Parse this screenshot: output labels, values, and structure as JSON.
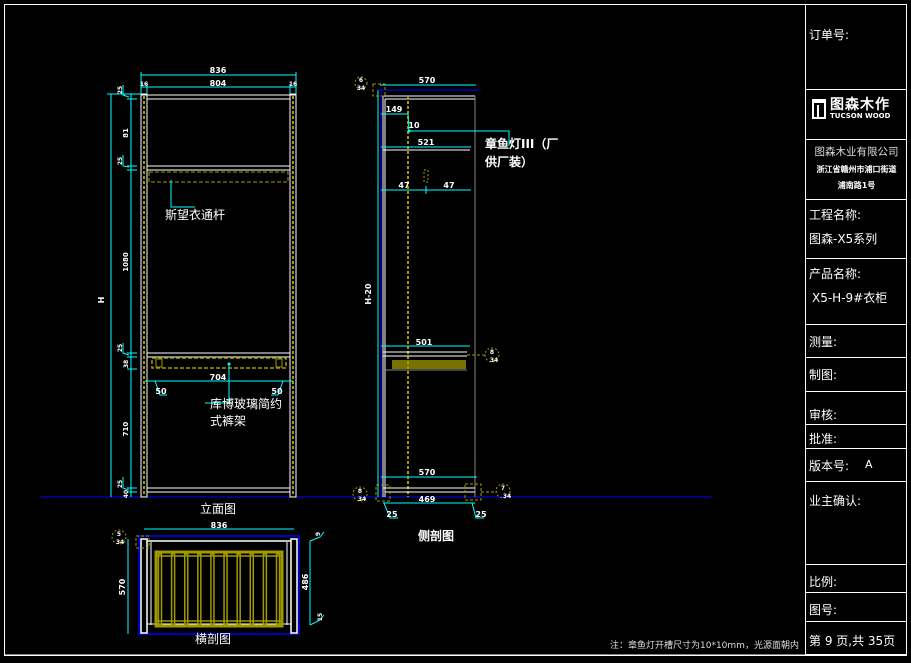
{
  "title_block": {
    "order_no_label": "订单号:",
    "logo": {
      "icon": "tucson-wood-logo-icon",
      "name_cn": "图森木作",
      "name_en": "TUCSON WOOD"
    },
    "company": {
      "name": "图森木业有限公司",
      "address_line1": "浙江省赣州市浦口街道",
      "address_line2": "浦南路1号"
    },
    "project_label": "工程名称:",
    "project_value": "图森-X5系列",
    "product_label": "产品名称:",
    "product_value": "X5-H-9#衣柜",
    "measure_label": "测量:",
    "draw_label": "制图:",
    "review_label": "审核:",
    "approve_label": "批准:",
    "version_label": "版本号:",
    "version_value": "A",
    "owner_confirm_label": "业主确认:",
    "scale_label": "比例:",
    "drawing_no_label": "图号:",
    "page_info": "第 9 页,共 35页"
  },
  "front_view": {
    "title": "立面图",
    "dims": {
      "overall_width": "836",
      "inner_width": "804",
      "side_left": "16",
      "side_right": "16",
      "height": "H",
      "top_gap": "25",
      "top_section": "81",
      "rod_gap": "25",
      "hanging_height": "1080",
      "shelf_gap": "25",
      "rack_height": "38",
      "lower_height": "710",
      "base_gap": "25",
      "base": "40",
      "rack_width": "704",
      "rack_left_offset": "50",
      "rack_right_offset": "50"
    },
    "labels": {
      "rod": "斯望衣通杆",
      "rack_line1": "库博玻璃简约",
      "rack_line2": "式裤架"
    }
  },
  "side_view": {
    "title": "侧剖图",
    "dims": {
      "depth_top": "570",
      "offset_149": "149",
      "offset_10": "10",
      "shelf_depth": "521",
      "half_left": "47",
      "half_right": "47",
      "height": "H-20",
      "rack_depth": "501",
      "depth_bottom": "570",
      "base_depth": "469",
      "base_left": "25",
      "base_right": "25"
    },
    "detail_markers": [
      {
        "num": "6",
        "sheet": "34"
      },
      {
        "num": "8",
        "sheet": "34"
      },
      {
        "num": "8",
        "sheet": "34"
      },
      {
        "num": "7",
        "sheet": "34"
      }
    ],
    "labels": {
      "light_line1": "章鱼灯III（厂",
      "light_line2": "供厂装）"
    }
  },
  "cross_section": {
    "title": "横剖图",
    "dims": {
      "width": "836",
      "depth_left": "570",
      "depth_right": "486",
      "top_offset": "9",
      "bottom_offset": "15"
    },
    "detail_marker": {
      "num": "5",
      "sheet": "34"
    }
  },
  "note": "注：章鱼灯开槽尺寸为10*10mm，光源面朝内",
  "colors": {
    "dimension": "#00ffff",
    "outline": "#ffffff",
    "hidden": "#a09a00",
    "ground": "#0000ff",
    "background": "#000000"
  }
}
